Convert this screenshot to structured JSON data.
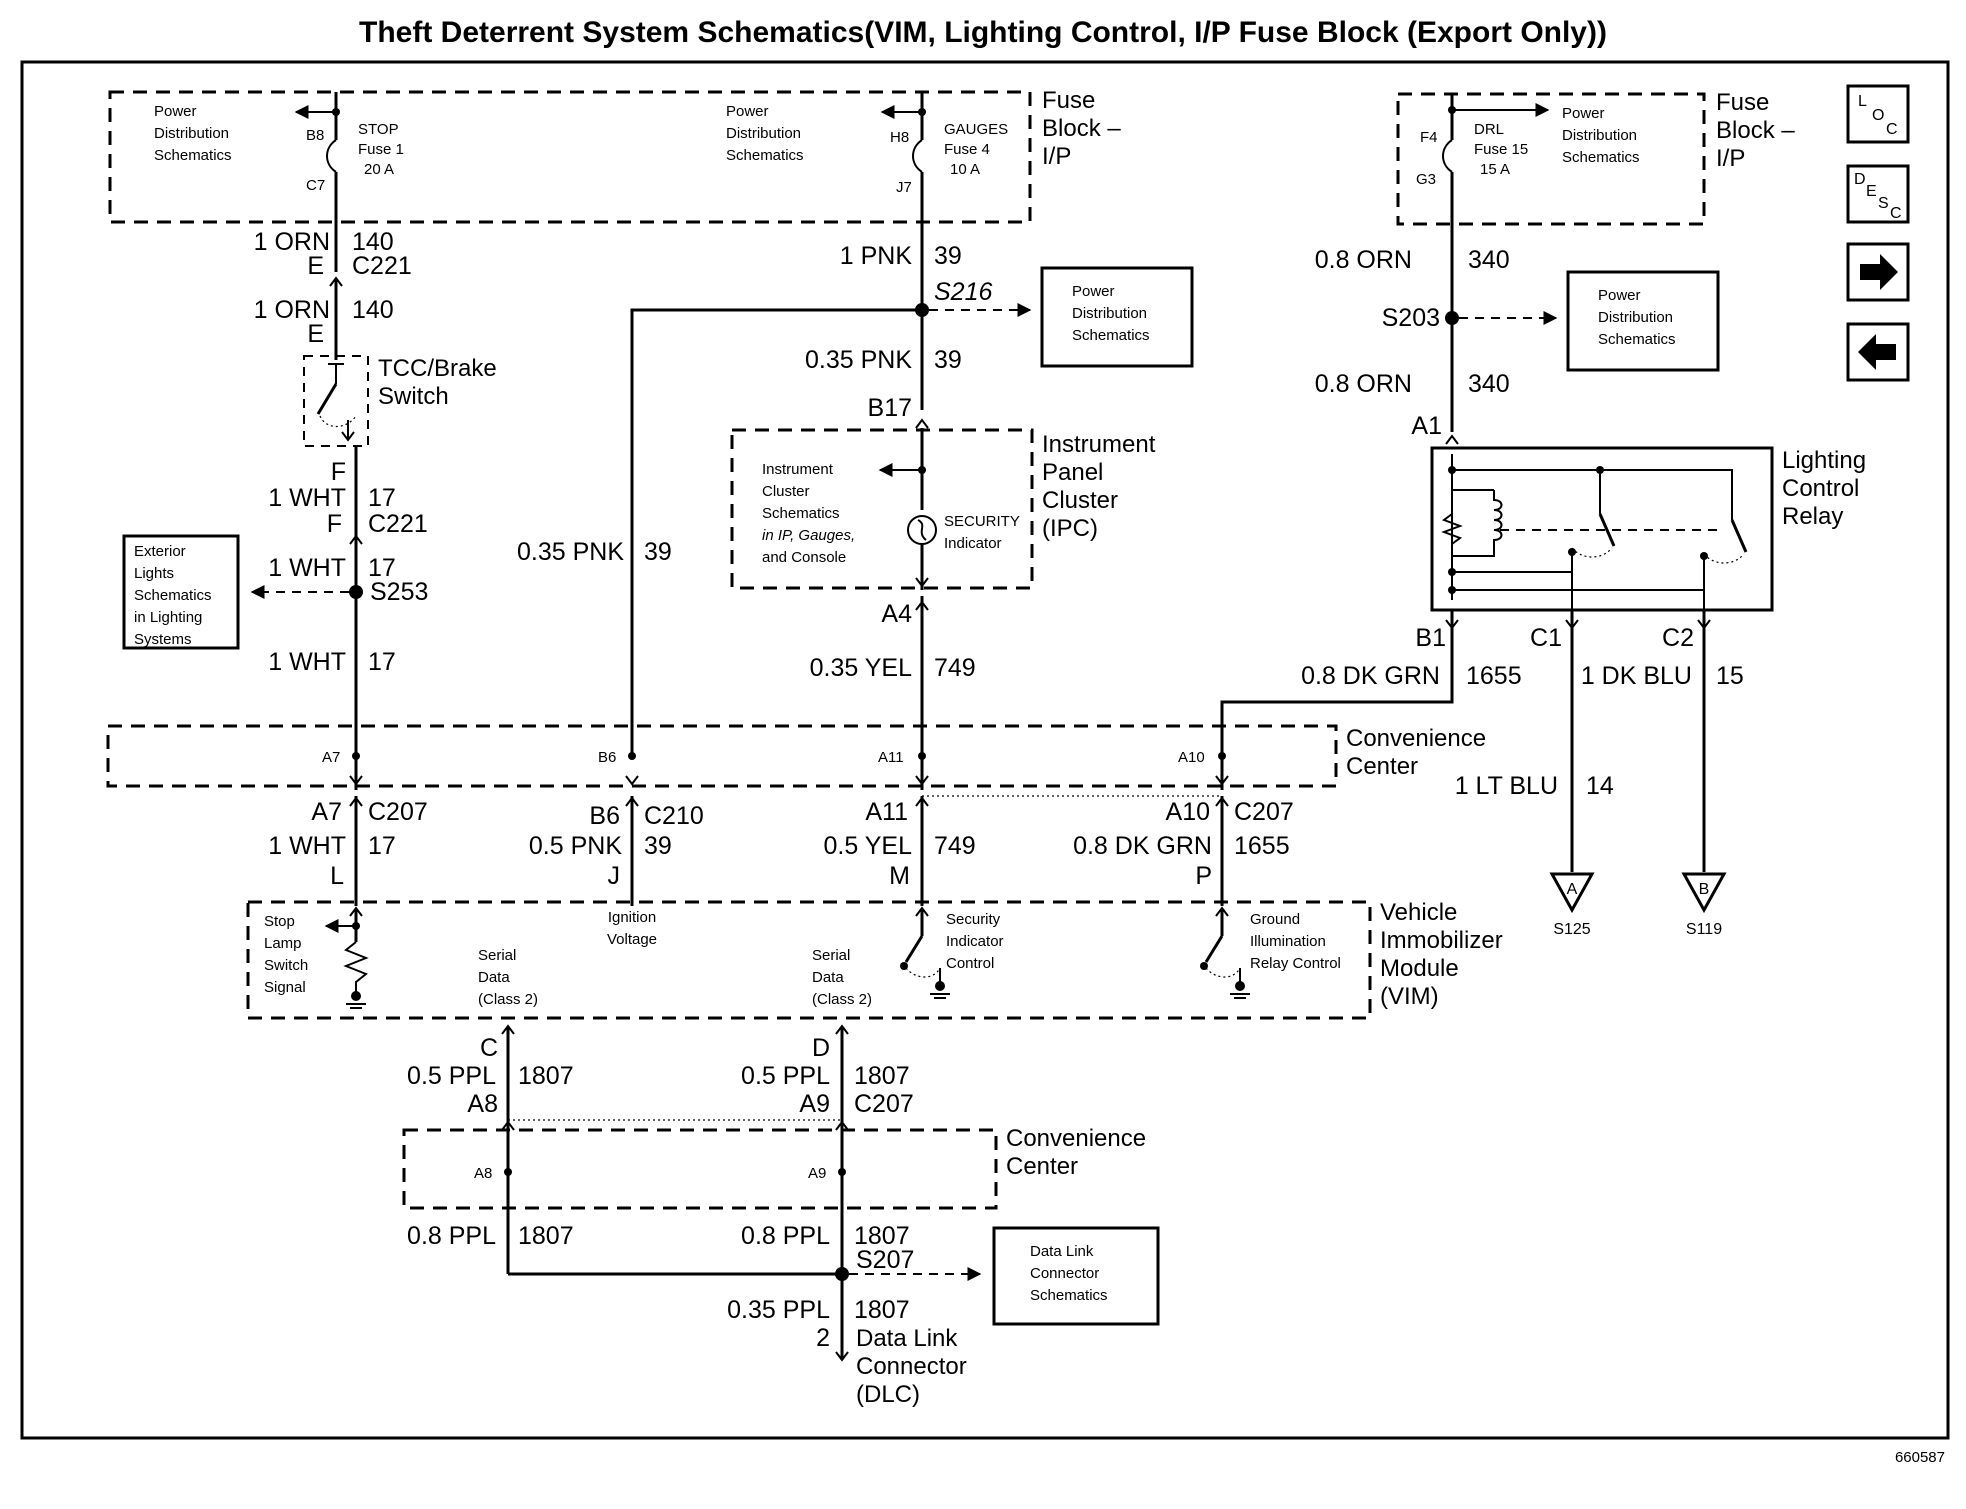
{
  "title": "Theft Deterrent System Schematics(VIM, Lighting Control, I/P Fuse Block (Export Only))",
  "diagram_id": "660587",
  "nav": {
    "loc": {
      "l1": "L",
      "l2": "O",
      "l3": "C"
    },
    "desc": {
      "l1": "D",
      "l2": "E",
      "l3": "S",
      "l4": "C"
    }
  },
  "fuse_block_left": {
    "label_l1": "Fuse",
    "label_l2": "Block –",
    "label_l3": "I/P",
    "stop": {
      "pin_in": "B8",
      "pin_out": "C7",
      "name": "STOP",
      "fuse": "Fuse 1",
      "rating": "20 A"
    },
    "gauges": {
      "pin_in": "H8",
      "pin_out": "J7",
      "name": "GAUGES",
      "fuse": "Fuse 4",
      "rating": "10 A"
    },
    "pd_left": {
      "l1": "Power",
      "l2": "Distribution",
      "l3": "Schematics"
    },
    "pd_mid": {
      "l1": "Power",
      "l2": "Distribution",
      "l3": "Schematics"
    }
  },
  "fuse_block_right": {
    "label_l1": "Fuse",
    "label_l2": "Block –",
    "label_l3": "I/P",
    "pin_in": "F4",
    "pin_out": "G3",
    "name": "DRL",
    "fuse": "Fuse 15",
    "rating": "15 A",
    "pd": {
      "l1": "Power",
      "l2": "Distribution",
      "l3": "Schematics"
    }
  },
  "left_circuit": {
    "w1": "1 ORN",
    "c1": "140",
    "pin_e": "E",
    "conn": "C221",
    "w2": "1 ORN",
    "c2": "140",
    "pin_e2": "E",
    "tcc_l1": "TCC/Brake",
    "tcc_l2": "Switch",
    "pin_f": "F",
    "w3": "1 WHT",
    "c3": "17",
    "pin_f2": "F",
    "conn2": "C221",
    "w4": "1 WHT",
    "c4": "17",
    "splice": "S253",
    "w5": "1 WHT",
    "c5": "17",
    "ext": {
      "l1": "Exterior",
      "l2": "Lights",
      "l3": "Schematics",
      "l4": "in Lighting",
      "l5": "Systems"
    }
  },
  "mid_circuit": {
    "w1": "1 PNK",
    "c1": "39",
    "splice": "S216",
    "pd": {
      "l1": "Power",
      "l2": "Distribution",
      "l3": "Schematics"
    },
    "w2": "0.35 PNK",
    "c2": "39",
    "pin_b17": "B17",
    "ipc_l1": "Instrument",
    "ipc_l2": "Panel",
    "ipc_l3": "Cluster",
    "ipc_l4": "(IPC)",
    "ic": {
      "l1": "Instrument",
      "l2": "Cluster",
      "l3": "Schematics",
      "l4": "in IP, Gauges,",
      "l5": "and Console"
    },
    "sec_l1": "SECURITY",
    "sec_l2": "Indicator",
    "pin_a4": "A4",
    "w3": "0.35 YEL",
    "c3": "749",
    "wl": "0.35 PNK",
    "cl": "39"
  },
  "right_circuit": {
    "w1": "0.8 ORN",
    "c1": "340",
    "splice": "S203",
    "pd": {
      "l1": "Power",
      "l2": "Distribution",
      "l3": "Schematics"
    },
    "w2": "0.8 ORN",
    "c2": "340",
    "pin_a1": "A1",
    "relay_l1": "Lighting",
    "relay_l2": "Control",
    "relay_l3": "Relay",
    "pin_b1": "B1",
    "pin_c1": "C1",
    "pin_c2": "C2",
    "wb1": "0.8 DK GRN",
    "cb1": "1655",
    "wc2": "1 DK BLU",
    "cc2": "15",
    "wc1": "1 LT BLU",
    "cc1": "14",
    "ref_a": "A",
    "ref_a_id": "S125",
    "ref_b": "B",
    "ref_b_id": "S119"
  },
  "conv_center_top": {
    "l1": "Convenience",
    "l2": "Center",
    "pins": [
      "A7",
      "B6",
      "A11",
      "A10"
    ]
  },
  "c207_row": {
    "a7": "A7",
    "c207_1": "C207",
    "w_a7": "1 WHT",
    "c_a7": "17",
    "pin_l": "L",
    "b6": "B6",
    "c210": "C210",
    "w_b6": "0.5 PNK",
    "c_b6": "39",
    "pin_j": "J",
    "a11": "A11",
    "w_a11": "0.5 YEL",
    "c_a11": "749",
    "pin_m": "M",
    "a10": "A10",
    "c207_2": "C207",
    "w_a10": "0.8 DK GRN",
    "c_a10": "1655",
    "pin_p": "P"
  },
  "vim": {
    "l1": "Vehicle",
    "l2": "Immobilizer",
    "l3": "Module",
    "l4": "(VIM)",
    "stop": {
      "l1": "Stop",
      "l2": "Lamp",
      "l3": "Switch",
      "l4": "Signal"
    },
    "ign": {
      "l1": "Ignition",
      "l2": "Voltage"
    },
    "sd1": {
      "l1": "Serial",
      "l2": "Data",
      "l3": "(Class 2)"
    },
    "sd2": {
      "l1": "Serial",
      "l2": "Data",
      "l3": "(Class 2)"
    },
    "sic": {
      "l1": "Security",
      "l2": "Indicator",
      "l3": "Control"
    },
    "gir": {
      "l1": "Ground",
      "l2": "Illumination",
      "l3": "Relay Control"
    }
  },
  "bottom": {
    "pin_c": "C",
    "w1": "0.5 PPL",
    "c1": "1807",
    "a8": "A8",
    "pin_d": "D",
    "w2": "0.5 PPL",
    "c2": "1807",
    "a9": "A9",
    "c207": "C207",
    "conv_l1": "Convenience",
    "conv_l2": "Center",
    "cc_a8": "A8",
    "cc_a9": "A9",
    "w3": "0.8 PPL",
    "c3": "1807",
    "w4": "0.8 PPL",
    "c4": "1807",
    "splice": "S207",
    "dlc_box": {
      "l1": "Data Link",
      "l2": "Connector",
      "l3": "Schematics"
    },
    "w5": "0.35 PPL",
    "c5": "1807",
    "pin_2": "2",
    "dlc_l1": "Data Link",
    "dlc_l2": "Connector",
    "dlc_l3": "(DLC)"
  }
}
